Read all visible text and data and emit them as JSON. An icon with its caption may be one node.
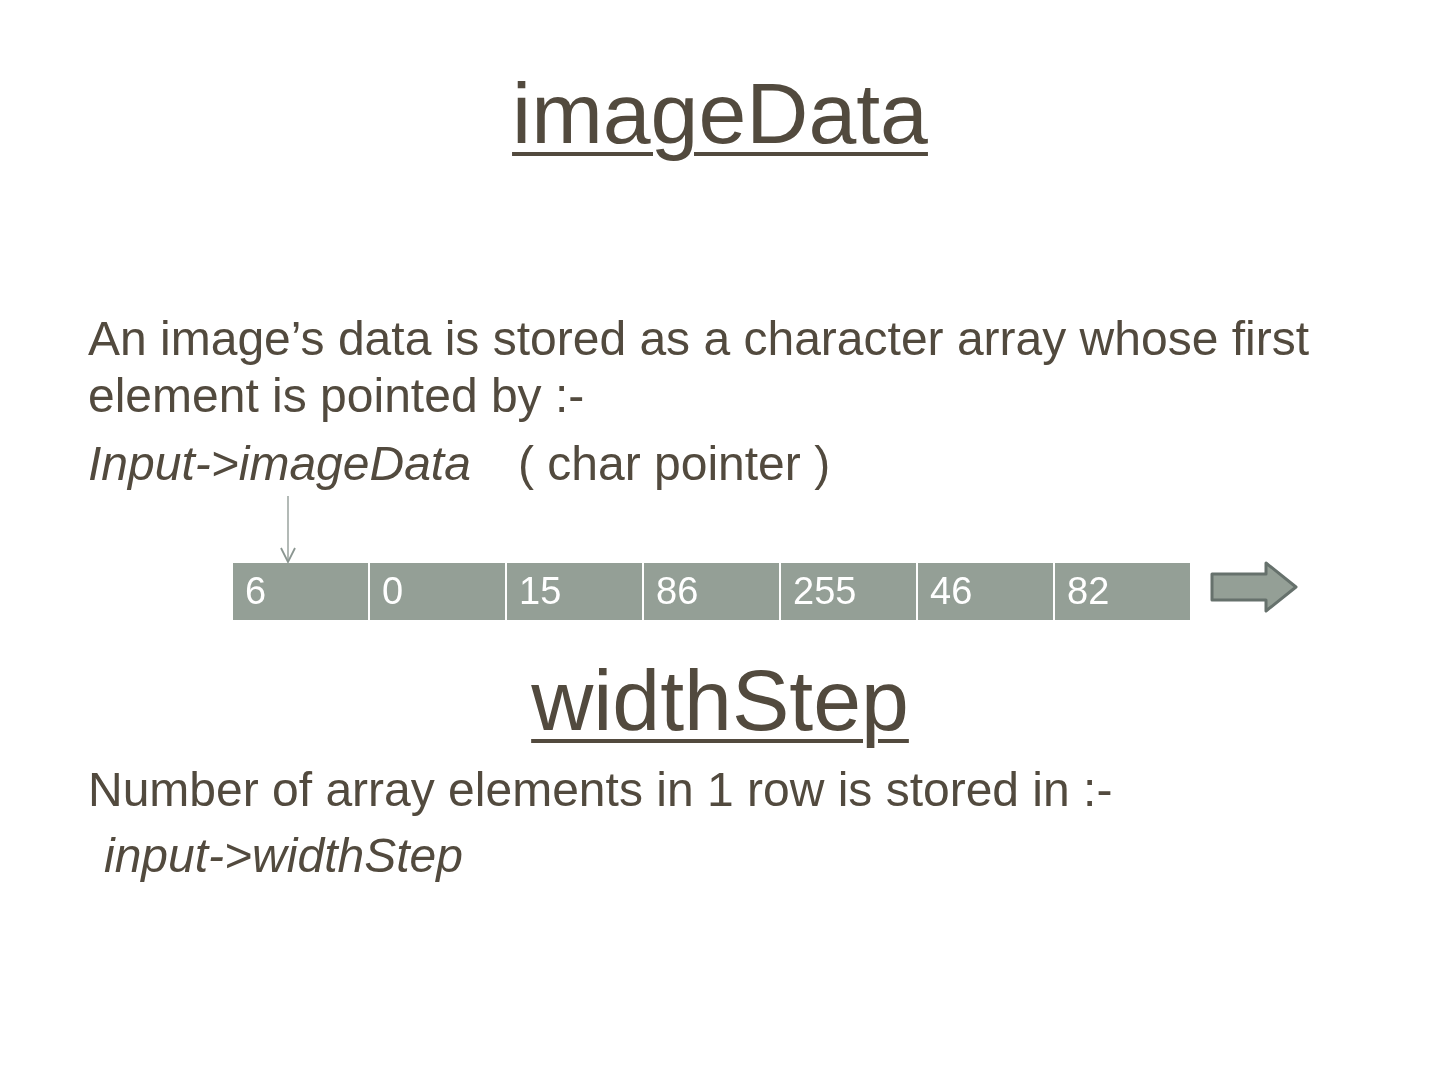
{
  "diagram": {
    "title": "imageData",
    "nodes": [
      {
        "text": [
          "Input->imageData"
        ],
        "beside": [
          "( char pointer )"
        ]
      },
      {
        "text": [
          "6"
        ]
      },
      {
        "text": [
          "0"
        ]
      },
      {
        "text": [
          "15"
        ]
      },
      {
        "text": [
          "86"
        ]
      },
      {
        "text": [
          "255"
        ]
      },
      {
        "text": [
          "46"
        ]
      },
      {
        "text": [
          "82"
        ]
      }
    ],
    "edges": [
      {
        "from": 0,
        "to": 1,
        "arrow": "to"
      }
    ],
    "labels": [
      "An image’s data is stored as a character array whose first element is pointed by :-",
      "widthStep",
      "Number of array elements in 1 row is stored in :-",
      "input->widthStep"
    ]
  }
}
